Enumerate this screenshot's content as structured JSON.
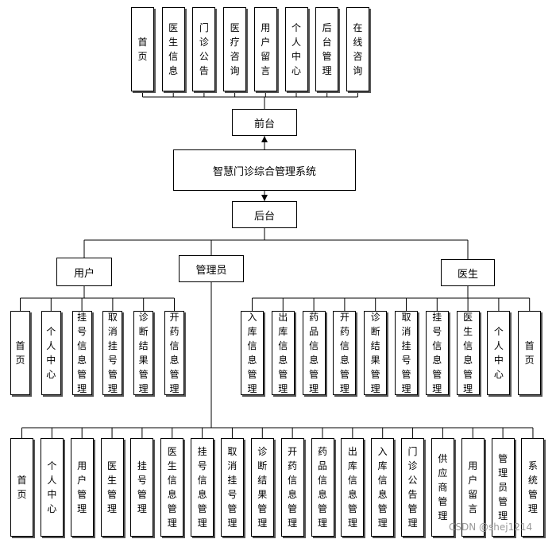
{
  "front": {
    "label": "前台",
    "pages": [
      "首页",
      "医生信息",
      "门诊公告",
      "医疗咨询",
      "用户留言",
      "个人中心",
      "后台管理",
      "在线咨询"
    ]
  },
  "system": {
    "label": "智慧门诊综合管理系统"
  },
  "back": {
    "label": "后台"
  },
  "user": {
    "label": "用户",
    "items": [
      "首页",
      "个人中心",
      "挂号信息管理",
      "取消挂号管理",
      "诊断结果管理",
      "开药信息管理"
    ]
  },
  "admin": {
    "label": "管理员",
    "items": [
      "首页",
      "个人中心",
      "用户管理",
      "医生管理",
      "挂号管理",
      "医生信息管理",
      "挂号信息管理",
      "取消挂号管理",
      "诊断结果管理",
      "开药信息管理",
      "药品信息管理",
      "出库信息管理",
      "入库信息管理",
      "门诊公告管理",
      "供应商管理",
      "用户留言",
      "管理员管理",
      "系统管理"
    ]
  },
  "doctor": {
    "label": "医生",
    "items": [
      "入库信息管理",
      "出库信息管理",
      "药品信息管理",
      "开药信息管理",
      "诊断结果管理",
      "取消挂号管理",
      "挂号信息管理",
      "医生信息管理",
      "个人中心",
      "首页"
    ]
  },
  "watermark": "CSDN @shej1214",
  "colors": {
    "line": "#000000",
    "background": "#ffffff",
    "shadow": "#555555",
    "watermark": "#9a9a9a"
  }
}
